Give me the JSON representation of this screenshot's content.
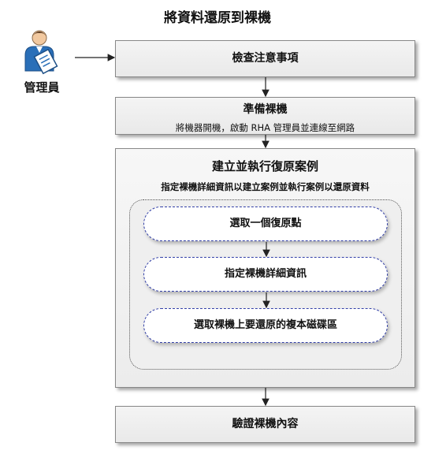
{
  "title": "將資料還原到裸機",
  "actor": {
    "label": "管理員",
    "icon": "administrator-icon"
  },
  "steps": [
    {
      "main": "檢查注意事項"
    },
    {
      "main": "準備裸機",
      "sub": "將機器開機，啟動 RHA 管理員並連線至網路"
    },
    {
      "main": "建立並執行復原案例",
      "sub": "指定裸機詳細資訊以建立案例並執行案例以還原資料",
      "substeps": [
        "選取一個復原點",
        "指定裸機詳細資訊",
        "選取裸機上要還原的複本磁碟區"
      ]
    },
    {
      "main": "驗證裸機內容"
    }
  ],
  "colors": {
    "actor_blue": "#2a6fb8",
    "pill_border": "#3340a8"
  }
}
